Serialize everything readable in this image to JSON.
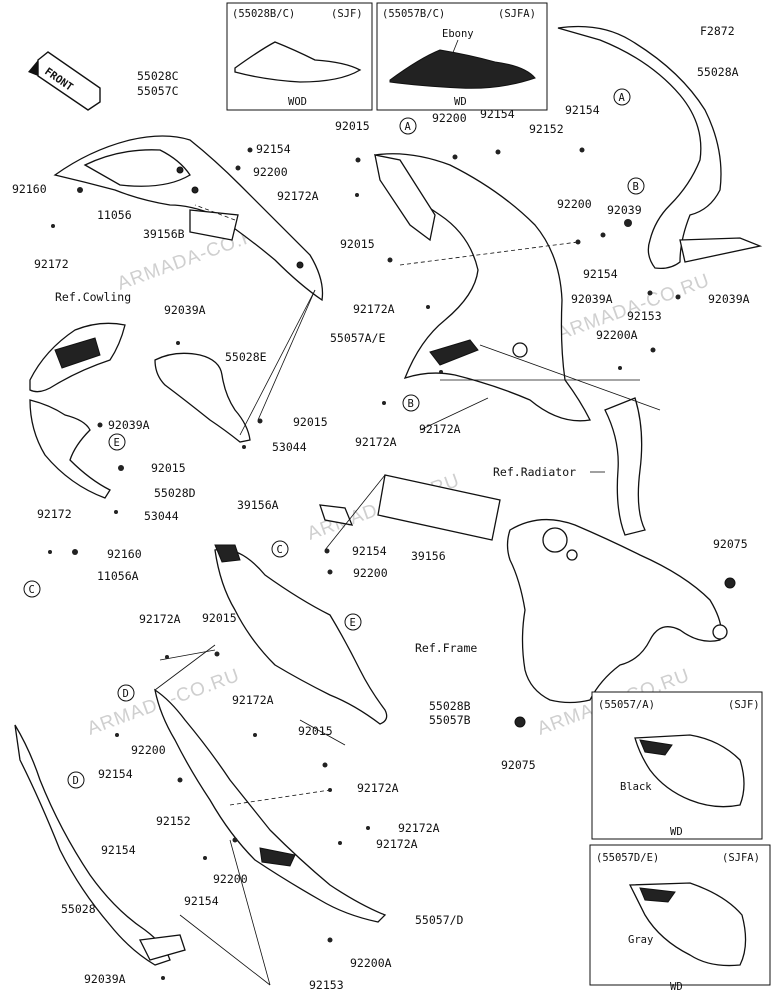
{
  "diagram_code": "F2872",
  "front_arrow": "FRONT",
  "watermark": "ARMADA-CO.RU",
  "insets": {
    "sjf_top": {
      "code": "(55028B/C)",
      "tag": "(SJF)",
      "caption": "WOD"
    },
    "sjfa_top": {
      "code": "(55057B/C)",
      "tag": "(SJFA)",
      "color": "Ebony",
      "caption": "WD"
    },
    "sjf_bottom": {
      "code": "(55057/A)",
      "tag": "(SJF)",
      "color": "Black",
      "caption": "WD"
    },
    "sjfa_bottom": {
      "code": "(55057D/E)",
      "tag": "(SJFA)",
      "color": "Gray",
      "caption": "WD"
    }
  },
  "references": {
    "cowling": "Ref.Cowling",
    "radiator": "Ref.Radiator",
    "frame": "Ref.Frame"
  },
  "callout_letters": [
    "A",
    "A",
    "B",
    "B",
    "C",
    "C",
    "D",
    "D",
    "E",
    "E"
  ],
  "labels": {
    "l01": "55028C",
    "l02": "55057C",
    "l03": "92160",
    "l04": "11056",
    "l05": "92172",
    "l06": "39156B",
    "l07": "92154",
    "l08": "92200",
    "l09": "92172A",
    "l10": "92015",
    "l11": "92200",
    "l12": "92154",
    "l13": "92152",
    "l14": "92154",
    "l15": "55028A",
    "l16": "92200",
    "l17": "92039",
    "l18": "92015",
    "l19": "92154",
    "l20": "92172A",
    "l21": "92039A",
    "l22": "92039A",
    "l23": "92153",
    "l24": "55057A/E",
    "l25": "92200A",
    "l26": "92039A",
    "l27": "55028E",
    "l28": "92039A",
    "l29": "92015",
    "l30": "53044",
    "l31": "92015",
    "l32": "55028D",
    "l33": "53044",
    "l34": "92172A",
    "l35": "92172A",
    "l36": "39156A",
    "l37": "92154",
    "l38": "92200",
    "l39": "39156",
    "l40": "92172",
    "l41": "92160",
    "l42": "11056A",
    "l43": "92075",
    "l44": "92172A",
    "l45": "92015",
    "l46": "55028B",
    "l47": "55057B",
    "l48": "92172A",
    "l49": "92200",
    "l50": "92154",
    "l51": "92015",
    "l52": "92172A",
    "l53": "92152",
    "l54": "92154",
    "l55": "92172A",
    "l56": "92172A",
    "l57": "92200",
    "l58": "92154",
    "l59": "92075",
    "l60": "55028",
    "l61": "55057/D",
    "l62": "92039A",
    "l63": "92200A",
    "l64": "92153"
  }
}
